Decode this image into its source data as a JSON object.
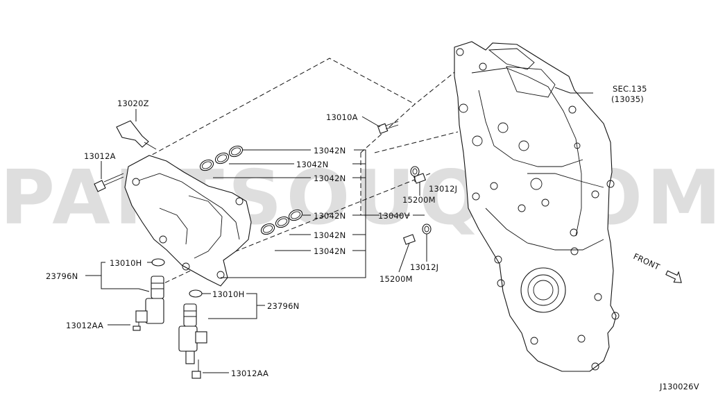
{
  "watermark": "PARTSOUQ.COM",
  "labels": {
    "p13020Z": "13020Z",
    "p13012A": "13012A",
    "p13010A": "13010A",
    "sec135": "SEC.135",
    "sec135_sub": "(13035)",
    "p13042N_1": "13042N",
    "p13042N_2": "13042N",
    "p13042N_3": "13042N",
    "p13042N_4": "13042N",
    "p13042N_5": "13042N",
    "p13042N_6": "13042N",
    "p13040V": "13040V",
    "p13012J_1": "13012J",
    "p15200M_1": "15200M",
    "p13012J_2": "13012J",
    "p15200M_2": "15200M",
    "p13010H_1": "13010H",
    "p23796N_1": "23796N",
    "p13010H_2": "13010H",
    "p23796N_2": "23796N",
    "p13012AA_1": "13012AA",
    "p13012AA_2": "13012AA",
    "front": "FRONT",
    "diagram_code": "J130026V"
  }
}
